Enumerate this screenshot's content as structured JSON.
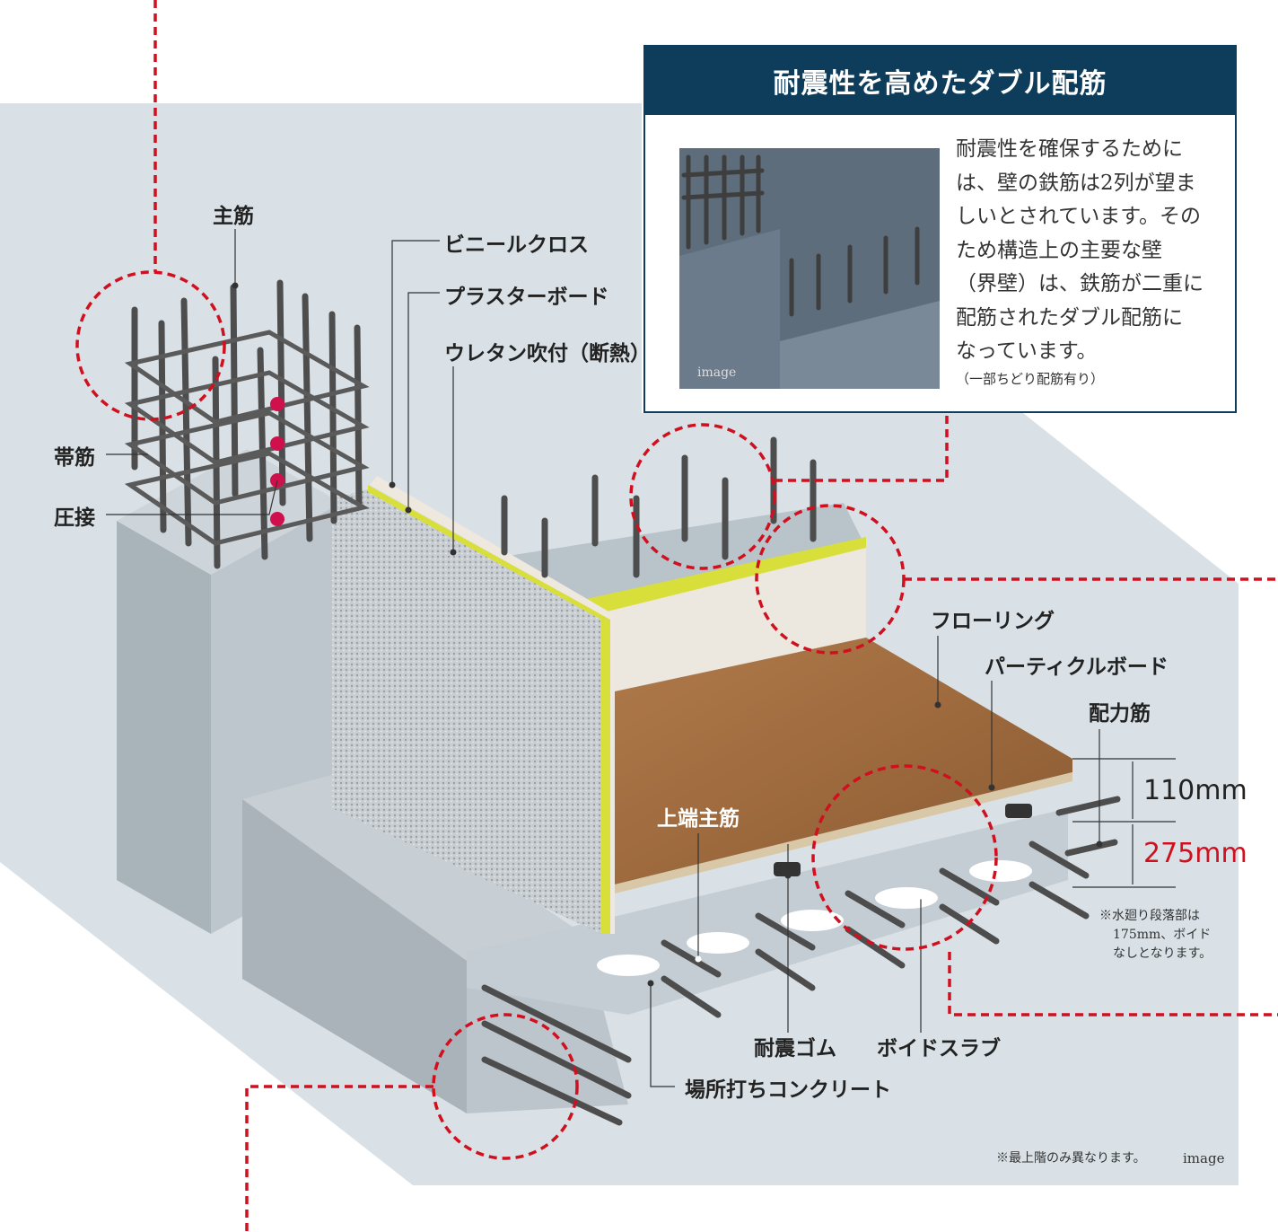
{
  "labels": {
    "main_rebar": "主筋",
    "vinyl_cloth": "ビニールクロス",
    "plaster_board": "プラスターボード",
    "urethane": "ウレタン吹付（断熱）",
    "hoop": "帯筋",
    "pressure_weld": "圧接",
    "flooring": "フローリング",
    "particle_board": "パーティクルボード",
    "distribution_bar": "配力筋",
    "top_main_bar": "上端主筋",
    "seismic_rubber": "耐震ゴム",
    "void_slab": "ボイドスラブ",
    "cast_concrete": "場所打ちコンクリート"
  },
  "dimensions": {
    "floor_thickness": "110mm",
    "slab_thickness": "275mm"
  },
  "notes": {
    "wet_area": [
      "※水廻り段落部は",
      "175mm、ボイド",
      "なしとなります。"
    ],
    "top_floor": "※最上階のみ異なります。",
    "image": "image"
  },
  "infobox": {
    "title": "耐震性を高めたダブル配筋",
    "lines": [
      "耐震性を確保するために",
      "は、壁の鉄筋は2列が望ま",
      "しいとされています。その",
      "ため構造上の主要な壁",
      "（界壁）は、鉄筋が二重に",
      "配筋されたダブル配筋に",
      "なっています。"
    ],
    "sub": "（一部ちどり配筋有り）",
    "image_caption": "image"
  },
  "colors": {
    "navy": "#0e3d5c",
    "accent_red": "#d0101e",
    "panel": "#d9e1e6"
  }
}
